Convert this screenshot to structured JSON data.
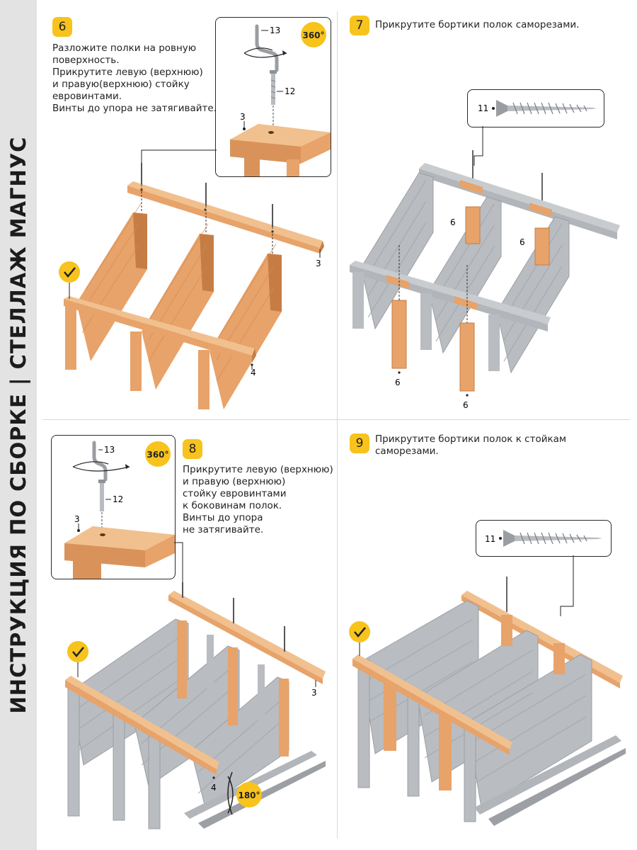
{
  "sidebar": {
    "title": "ИНСТРУКЦИЯ ПО СБОРКЕ | СТЕЛЛАЖ МАГНУС"
  },
  "steps": [
    {
      "number": "6",
      "lines": [
        "Разложите полки на ровную",
        "поверхность.",
        "Прикрутите левую (верхнюю)",
        "и правую(верхнюю) стойку",
        "евровинтами.",
        "Винты до упора не затягивайте."
      ]
    },
    {
      "number": "7",
      "lines": [
        "Прикрутите бортики полок саморезами."
      ]
    },
    {
      "number": "8",
      "lines": [
        "Прикрутите левую (верхнюю)",
        "и правую (верхнюю)",
        "стойку евровинтами",
        "к боковинам полок.",
        "Винты до упора",
        "не затягивайте."
      ]
    },
    {
      "number": "9",
      "lines": [
        "Прикрутите бортики полок к стойкам",
        "саморезами."
      ]
    }
  ],
  "labels": {
    "rotate_360": "360°",
    "rotate_180": "180°",
    "part_3": "3",
    "part_4": "4",
    "part_6": "6",
    "part_11": "11",
    "part_12": "12",
    "part_13": "13"
  },
  "colors": {
    "badge": "#f7c31c",
    "wood": "#e7a36a",
    "metal": "#b9bcc0",
    "band": "#e3e3e3"
  },
  "icons": [
    "checkmark-icon",
    "rotate-360-icon",
    "rotate-180-icon",
    "screw-icon",
    "hex-key-icon"
  ]
}
